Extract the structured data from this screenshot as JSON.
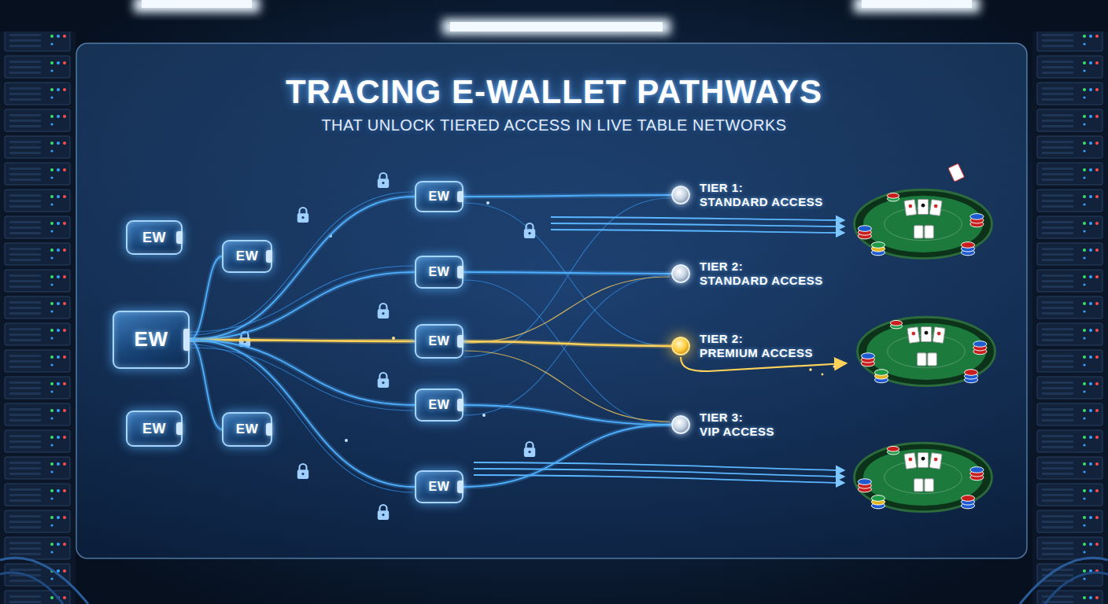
{
  "diagram": {
    "title": "TRACING E-WALLET PATHWAYS",
    "nodes": [
      {
        "text": [
          "EW"
        ]
      },
      {
        "text": [
          "EW"
        ]
      },
      {
        "text": [
          "EW"
        ]
      },
      {
        "text": [
          "EW"
        ]
      },
      {
        "text": [
          "EW"
        ]
      },
      {
        "text": [
          "EW"
        ]
      },
      {
        "text": [
          "EW"
        ]
      },
      {
        "text": [
          "EW"
        ]
      },
      {
        "text": [
          "EW"
        ]
      },
      {
        "text": [
          "EW"
        ]
      },
      {
        "text": [
          "TIER 1:",
          "STANDARD ACCESS"
        ]
      },
      {
        "text": [
          "TIER 2:",
          "STANDARD ACCESS"
        ]
      },
      {
        "text": [
          "TIER 2:",
          "PREMIUM ACCESS"
        ]
      },
      {
        "text": [
          "TIER 3:",
          "VIP ACCESS"
        ]
      }
    ],
    "edges": [
      {
        "from": 1,
        "to": 3,
        "arrow": "none"
      },
      {
        "from": 1,
        "to": 4,
        "arrow": "none"
      },
      {
        "from": 1,
        "to": 5,
        "arrow": "none"
      },
      {
        "from": 1,
        "to": 6,
        "arrow": "none"
      },
      {
        "from": 1,
        "to": 7,
        "arrow": "none"
      },
      {
        "from": 1,
        "to": 8,
        "arrow": "none"
      },
      {
        "from": 1,
        "to": 9,
        "arrow": "none"
      },
      {
        "from": 5,
        "to": 10,
        "arrow": "none"
      },
      {
        "from": 6,
        "to": 11,
        "arrow": "none"
      },
      {
        "from": 7,
        "to": 12,
        "arrow": "none"
      },
      {
        "from": 8,
        "to": 13,
        "arrow": "none"
      },
      {
        "from": 9,
        "to": 13,
        "arrow": "none"
      }
    ],
    "labels": [
      "THAT UNLOCK TIERED ACCESS IN LIVE TABLE NETWORKS"
    ]
  }
}
